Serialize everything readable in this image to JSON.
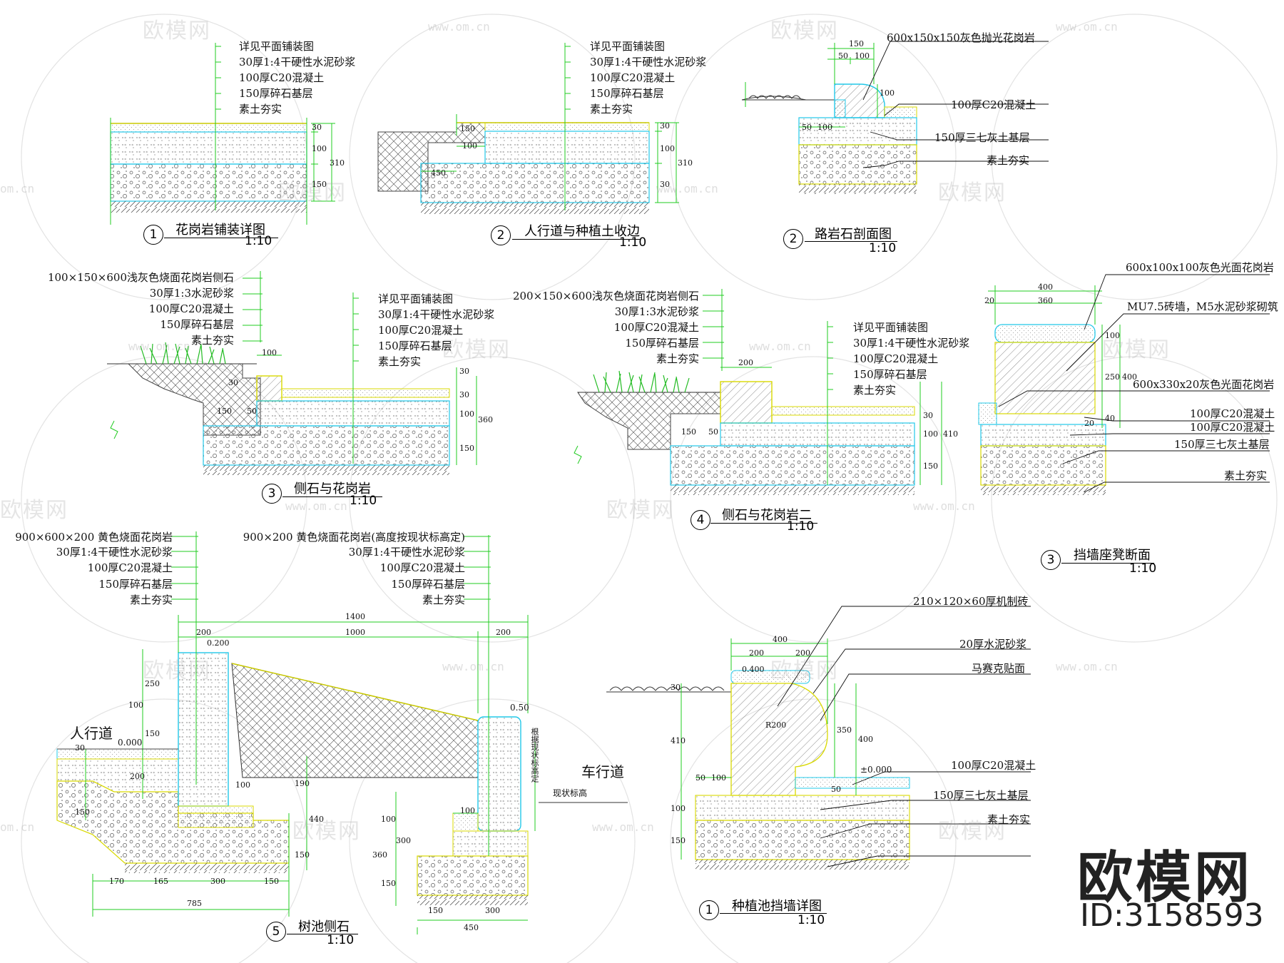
{
  "watermark": {
    "brand": "欧模网",
    "url": "www.om.cn",
    "url_short": "om.cn"
  },
  "brand_block": {
    "name": "欧模网",
    "id_text": "ID:3158593"
  },
  "d1": {
    "layers": [
      "详见平面铺装图",
      "30厚1:4干硬性水泥砂浆",
      "100厚C20混凝土",
      "150厚碎石基层",
      "素土夯实"
    ],
    "dims": [
      "30",
      "100",
      "150",
      "310"
    ],
    "num": "1",
    "title": "花岗岩铺装详图",
    "scale": "1:10"
  },
  "d2": {
    "layers": [
      "详见平面铺装图",
      "30厚1:4干硬性水泥砂浆",
      "100厚C20混凝土",
      "150厚碎石基层",
      "素土夯实"
    ],
    "dims": [
      "30",
      "100",
      "30",
      "310",
      "450",
      "100",
      "150"
    ],
    "num": "2",
    "title": "人行道与种植土收边",
    "scale": "1:10"
  },
  "d3": {
    "layers": [
      "600x150x150灰色抛光花岗岩",
      "100厚C20混凝土",
      "150厚三七灰土基层",
      "素土夯实"
    ],
    "dims": [
      "150",
      "50",
      "100",
      "50",
      "100",
      "100"
    ],
    "num": "2",
    "title": "路岩石剖面图",
    "scale": "1:10"
  },
  "d4": {
    "left_layers": [
      "100×150×600浅灰色烧面花岗岩侧石",
      "30厚1:3水泥砂浆",
      "100厚C20混凝土",
      "150厚碎石基层",
      "素土夯实"
    ],
    "right_layers": [
      "详见平面铺装图",
      "30厚1:4干硬性水泥砂浆",
      "100厚C20混凝土",
      "150厚碎石基层",
      "素土夯实"
    ],
    "dims": [
      "100",
      "30",
      "150",
      "50",
      "30",
      "30",
      "100",
      "150",
      "360"
    ],
    "num": "3",
    "title": "侧石与花岗岩",
    "scale": "1:10"
  },
  "d5": {
    "left_layers": [
      "200×150×600浅灰色烧面花岗岩侧石",
      "30厚1:3水泥砂浆",
      "100厚C20混凝土",
      "150厚碎石基层",
      "素土夯实"
    ],
    "right_layers": [
      "详见平面铺装图",
      "30厚1:4干硬性水泥砂浆",
      "100厚C20混凝土",
      "150厚碎石基层",
      "素土夯实"
    ],
    "dims": [
      "200",
      "150",
      "50",
      "30",
      "100",
      "150",
      "410"
    ],
    "num": "4",
    "title": "侧石与花岗岩二",
    "scale": "1:10"
  },
  "d6": {
    "layers": [
      "600x100x100灰色光面花岗岩",
      "MU7.5砖墙，M5水泥砂浆砌筑",
      "600x330x20灰色光面花岗岩",
      "100厚C20混凝土",
      "100厚C20混凝土",
      "150厚三七灰土基层",
      "素土夯实"
    ],
    "dims": [
      "400",
      "20",
      "360",
      "100",
      "250",
      "400",
      "40",
      "20"
    ],
    "num": "3",
    "title": "挡墙座凳断面",
    "scale": "1:10"
  },
  "d7": {
    "left_layers": [
      "900×600×200 黄色烧面花岗岩",
      "30厚1:4干硬性水泥砂浆",
      "100厚C20混凝土",
      "150厚碎石基层",
      "素土夯实"
    ],
    "right_layers": [
      "900×200 黄色烧面花岗岩(高度按现状标高定)",
      "30厚1:4干硬性水泥砂浆",
      "100厚C20混凝土",
      "150厚碎石基层",
      "素土夯实"
    ],
    "dims": [
      "1400",
      "200",
      "1000",
      "200",
      "0.200",
      "250",
      "100",
      "150",
      "200",
      "150",
      "30",
      "0.000",
      "100",
      "190",
      "440",
      "150",
      "0.50",
      "100",
      "100",
      "300",
      "360",
      "150",
      "170",
      "165",
      "300",
      "150",
      "785",
      "150",
      "300",
      "450"
    ],
    "labels": {
      "sidewalk": "人行道",
      "roadway": "车行道",
      "existing": "现状标高",
      "varies": "根据现状标高定"
    },
    "num": "5",
    "title": "树池侧石",
    "scale": "1:10"
  },
  "d8": {
    "layers": [
      "210×120×60厚机制砖",
      "20厚水泥砂浆",
      "马赛克贴面",
      "100厚C20混凝土",
      "150厚三七灰土基层",
      "素土夯实"
    ],
    "dims": [
      "400",
      "200",
      "200",
      "0.400",
      "R200",
      "350",
      "400",
      "410",
      "30",
      "50",
      "100",
      "100",
      "150",
      "±0.000",
      "50"
    ],
    "num": "1",
    "title": "种植池挡墙详图",
    "scale": "1:10"
  }
}
